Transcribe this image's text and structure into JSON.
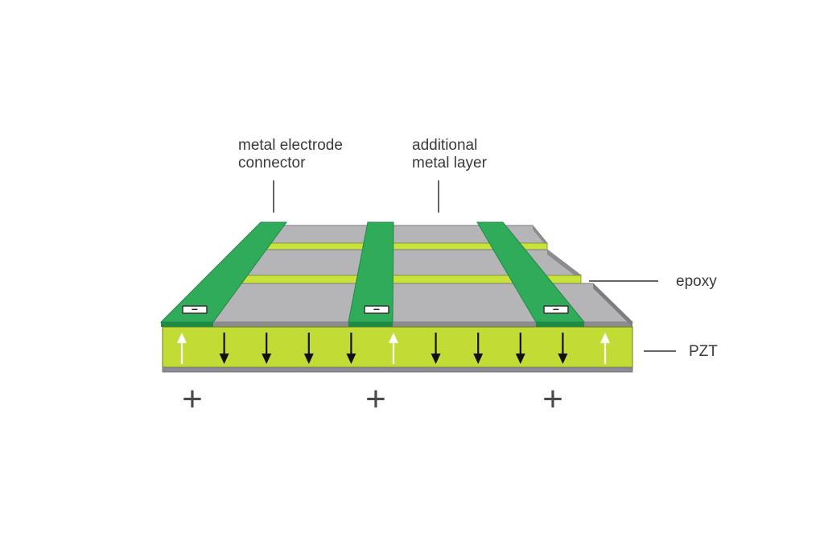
{
  "labels": {
    "connector_line1": "metal electrode",
    "connector_line2": "connector",
    "layer_line1": "additional",
    "layer_line2": "metal layer",
    "epoxy": "epoxy",
    "pzt": "PZT"
  },
  "symbols": {
    "minus": "−",
    "plus": "+"
  },
  "polarization": [
    "up",
    "down",
    "down",
    "down",
    "down",
    "up",
    "down",
    "down",
    "down",
    "down",
    "up"
  ],
  "colors": {
    "electrode_green": "#2fab5a",
    "electrode_edge": "#1f8a44",
    "metal_gray": "#b5b5b8",
    "metal_side": "#8c8c90",
    "epoxy_yellow": "#c9e23a",
    "pzt_yellow": "#c2dc35",
    "text": "#3a3a3a"
  }
}
